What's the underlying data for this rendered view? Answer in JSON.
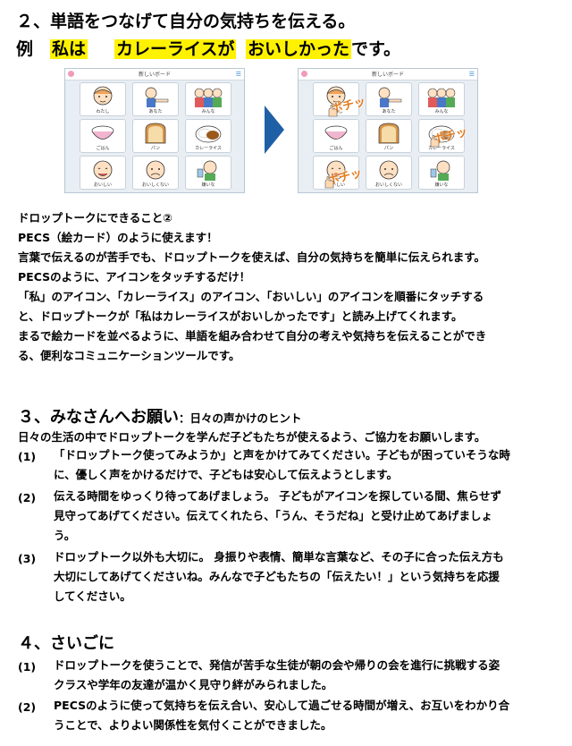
{
  "section2": {
    "heading": "２、単語をつなげて自分の気持ちを伝える。",
    "example_prefix": "例",
    "word1": "私は",
    "word2": "カレーライスが",
    "word3": "おいしかった",
    "word_suffix": "です。"
  },
  "board": {
    "title": "新しいボード",
    "cells": [
      {
        "label": "わたし"
      },
      {
        "label": "あなた"
      },
      {
        "label": "みんな"
      },
      {
        "label": "ごはん"
      },
      {
        "label": "パン"
      },
      {
        "label": "カレーライス"
      },
      {
        "label": "おいしい"
      },
      {
        "label": "おいしくない"
      },
      {
        "label": "嫌いな"
      }
    ],
    "tap_text": "ポチッ"
  },
  "body": {
    "lines": [
      "ドロップトークにできること②",
      "PECS（絵カード）のように使えます！",
      "言葉で伝えるのが苦手でも、ドロップトークを使えば、自分の気持ちを簡単に伝えられます。",
      "PECSのように、アイコンをタッチするだけ！",
      "「私」のアイコン、「カレーライス」のアイコン、「おいしい」のアイコンを順番にタッチする",
      "と、ドロップトークが「私はカレーライスがおいしかったです」と読み上げてくれます。",
      "まるで絵カードを並べるように、単語を組み合わせて自分の考えや気持ちを伝えることができ",
      "る、便利なコミュニケーションツールです。"
    ]
  },
  "section3": {
    "heading": "３、みなさんへお願い",
    "subheading": "：日々の声かけのヒント",
    "intro": "日々の生活の中でドロップトークを学んだ子どもたちが使えるよう、ご協力をお願いします。",
    "items": [
      {
        "num": "(1)",
        "lines": [
          "「ドロップトーク使ってみようか」と声をかけてみてください。子どもが困っていそうな時",
          "に、優しく声をかけるだけで、子どもは安心して伝えようとします。"
        ]
      },
      {
        "num": "(2)",
        "lines": [
          "伝える時間をゆっくり待ってあげましょう。 子どもがアイコンを探している間、焦らせず",
          "見守ってあげてください。伝えてくれたら、「うん、そうだね」と受け止めてあげましょ",
          "う。"
        ]
      },
      {
        "num": "(3)",
        "lines": [
          "ドロップトーク以外も大切に。 身振りや表情、簡単な言葉など、その子に合った伝え方も",
          "大切にしてあげてくださいね。みんなで子どもたちの「伝えたい！」という気持ちを応援",
          "してください。"
        ]
      }
    ]
  },
  "section4": {
    "heading": "４、さいごに",
    "items": [
      {
        "num": "(1)",
        "lines": [
          "ドロップトークを使うことで、発信が苦手な生徒が朝の会や帰りの会を進行に挑戦する姿",
          "クラスや学年の友達が温かく見守り絆がみられました。"
        ]
      },
      {
        "num": "(2)",
        "lines": [
          "PECSのように使って気持ちを伝え合い、安心して過ごせる時間が増え、お互いをわかり合",
          "うことで、よりよい関係性を気付くことができました。"
        ]
      }
    ]
  },
  "colors": {
    "highlight": "#fff200",
    "arrow": "#1f5fa6",
    "tap_text": "#e47a1b"
  }
}
